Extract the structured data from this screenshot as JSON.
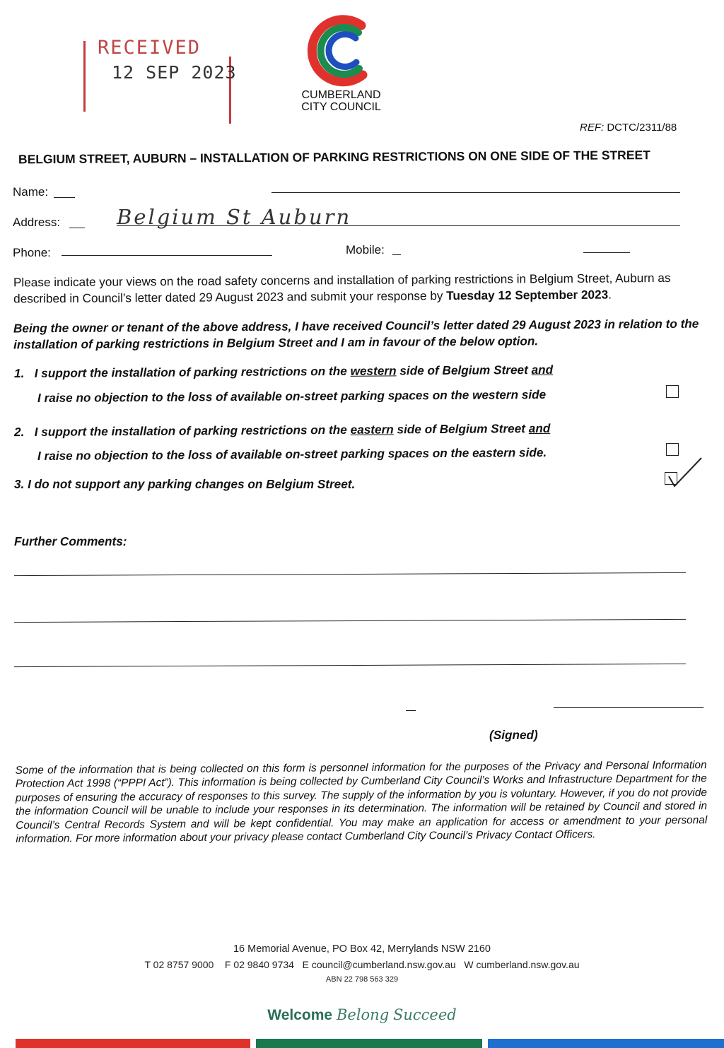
{
  "stamp": {
    "line1": "RECEIVED",
    "line2": "12 SEP 2023"
  },
  "logo": {
    "line1": "CUMBERLAND",
    "line2": "CITY COUNCIL",
    "colors": [
      "#e0322c",
      "#1a8c4e",
      "#1f4fbf"
    ]
  },
  "ref": {
    "label": "REF:",
    "value": "DCTC/2311/88"
  },
  "title": "BELGIUM STREET, AUBURN – INSTALLATION OF PARKING RESTRICTIONS ON ONE SIDE OF THE STREET",
  "fields": {
    "name_label": "Name:",
    "address_label": "Address:",
    "address_value": "Belgium St Auburn",
    "phone_label": "Phone:",
    "mobile_label": "Mobile:"
  },
  "intro": {
    "text": "Please indicate your views on the road safety concerns and installation of parking restrictions in Belgium Street, Auburn as described in Council’s letter dated 29 August 2023 and submit your response by ",
    "deadline": "Tuesday 12 September 2023",
    "end": "."
  },
  "declaration": "Being the owner or tenant of the above address, I have received Council’s letter dated 29 August 2023 in relation to the installation of parking restrictions in Belgium Street and I am in favour of the below option.",
  "options": [
    {
      "num": "1.",
      "a": "I support the installation of parking restrictions on the ",
      "side": "western",
      "b": " side of Belgium Street ",
      "and": "and",
      "line2": "I raise no objection to the loss of available on-street parking spaces on the western side",
      "checked": false
    },
    {
      "num": "2.",
      "a": "I support the installation of parking restrictions on the ",
      "side": "eastern",
      "b": " side of Belgium Street ",
      "and": "and",
      "line2": "I raise no objection to the loss of available on-street parking spaces on the eastern side.",
      "checked": false
    },
    {
      "num": "3.",
      "text": "3. I do not support any parking changes on Belgium Street.",
      "checked": true
    }
  ],
  "comments_label": "Further Comments:",
  "signed_label": "(Signed)",
  "privacy": "Some of the information that is being collected on this form is personnel information for the purposes of the Privacy and Personal Information Protection Act 1998 (“PPPI Act”). This information is being collected by Cumberland City Council’s Works and Infrastructure Department for the purposes of ensuring the accuracy of responses to this survey. The supply of the information by you is voluntary. However, if you do not provide the information Council will be unable to include your responses in its determination. The information will be retained by Council and stored in Council’s Central Records System and will be kept confidential. You may make an application for access or amendment to your personal information. For more information about your privacy please contact Cumberland City Council’s Privacy Contact Officers.",
  "footer": {
    "address": "16 Memorial Avenue, PO Box 42, Merrylands NSW 2160",
    "contacts": "T 02 8757 9000    F 02 9840 9734   E council@cumberland.nsw.gov.au   W cumberland.nsw.gov.au",
    "abn": "ABN 22 798 563 329",
    "welcome": "Welcome",
    "belong": "Belong",
    "succeed": "Succeed"
  },
  "strip_colors": [
    "#e0322c",
    "#1a7a4e",
    "#1f6fcf"
  ]
}
